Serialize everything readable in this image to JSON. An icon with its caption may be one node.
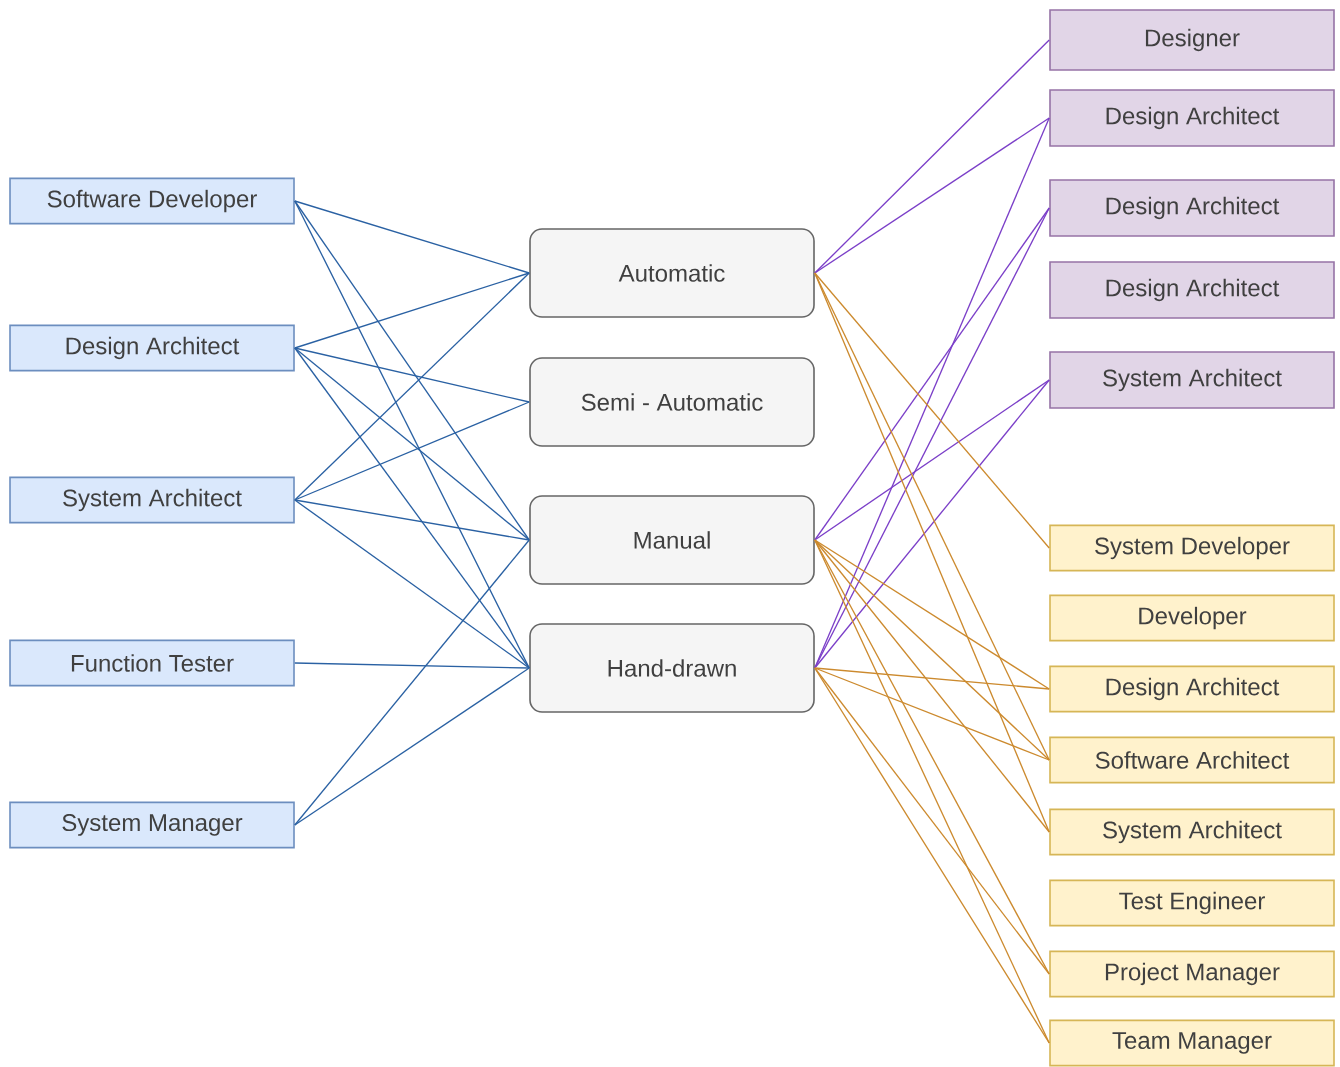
{
  "diagram": {
    "nodes": [
      {
        "text": [
          "Software Developer"
        ]
      },
      {
        "text": [
          "Design Architect"
        ]
      },
      {
        "text": [
          "System Architect"
        ]
      },
      {
        "text": [
          "Function Tester"
        ]
      },
      {
        "text": [
          "System Manager"
        ]
      },
      {
        "text": [
          "Automatic"
        ]
      },
      {
        "text": [
          "Semi - Automatic"
        ]
      },
      {
        "text": [
          "Manual"
        ]
      },
      {
        "text": [
          "Hand-drawn"
        ]
      },
      {
        "text": [
          "Designer"
        ]
      },
      {
        "text": [
          "Design Architect"
        ]
      },
      {
        "text": [
          "Design Architect"
        ]
      },
      {
        "text": [
          "Design Architect"
        ]
      },
      {
        "text": [
          "System Architect"
        ]
      },
      {
        "text": [
          "System Developer"
        ]
      },
      {
        "text": [
          "Developer"
        ]
      },
      {
        "text": [
          "Design Architect"
        ]
      },
      {
        "text": [
          "Software Architect"
        ]
      },
      {
        "text": [
          "System Architect"
        ]
      },
      {
        "text": [
          "Test Engineer"
        ]
      },
      {
        "text": [
          "Project Manager"
        ]
      },
      {
        "text": [
          "Team Manager"
        ]
      }
    ],
    "edges": [
      {
        "from": 0,
        "to": 5,
        "arrow": "none"
      },
      {
        "from": 0,
        "to": 7,
        "arrow": "none"
      },
      {
        "from": 0,
        "to": 8,
        "arrow": "none"
      },
      {
        "from": 1,
        "to": 5,
        "arrow": "none"
      },
      {
        "from": 1,
        "to": 6,
        "arrow": "none"
      },
      {
        "from": 1,
        "to": 7,
        "arrow": "none"
      },
      {
        "from": 1,
        "to": 8,
        "arrow": "none"
      },
      {
        "from": 2,
        "to": 5,
        "arrow": "none"
      },
      {
        "from": 2,
        "to": 6,
        "arrow": "none"
      },
      {
        "from": 2,
        "to": 7,
        "arrow": "none"
      },
      {
        "from": 2,
        "to": 8,
        "arrow": "none"
      },
      {
        "from": 3,
        "to": 8,
        "arrow": "none"
      },
      {
        "from": 4,
        "to": 7,
        "arrow": "none"
      },
      {
        "from": 4,
        "to": 8,
        "arrow": "none"
      },
      {
        "from": 5,
        "to": 9,
        "arrow": "none",
        "color": "#7b3fc8"
      },
      {
        "from": 5,
        "to": 10,
        "arrow": "none",
        "color": "#7b3fc8"
      },
      {
        "from": 7,
        "to": 11,
        "arrow": "none",
        "color": "#7b3fc8"
      },
      {
        "from": 7,
        "to": 13,
        "arrow": "none",
        "color": "#7b3fc8"
      },
      {
        "from": 8,
        "to": 10,
        "arrow": "none",
        "color": "#7b3fc8"
      },
      {
        "from": 8,
        "to": 11,
        "arrow": "none",
        "color": "#7b3fc8"
      },
      {
        "from": 8,
        "to": 13,
        "arrow": "none",
        "color": "#7b3fc8"
      },
      {
        "from": 5,
        "to": 14,
        "arrow": "none",
        "color": "#cc8a2e"
      },
      {
        "from": 5,
        "to": 17,
        "arrow": "none",
        "color": "#cc8a2e"
      },
      {
        "from": 5,
        "to": 18,
        "arrow": "none",
        "color": "#cc8a2e"
      },
      {
        "from": 7,
        "to": 16,
        "arrow": "none",
        "color": "#cc8a2e"
      },
      {
        "from": 7,
        "to": 17,
        "arrow": "none",
        "color": "#cc8a2e"
      },
      {
        "from": 7,
        "to": 18,
        "arrow": "none",
        "color": "#cc8a2e"
      },
      {
        "from": 7,
        "to": 20,
        "arrow": "none",
        "color": "#cc8a2e"
      },
      {
        "from": 7,
        "to": 21,
        "arrow": "none",
        "color": "#cc8a2e"
      },
      {
        "from": 8,
        "to": 16,
        "arrow": "none",
        "color": "#cc8a2e"
      },
      {
        "from": 8,
        "to": 17,
        "arrow": "none",
        "color": "#cc8a2e"
      },
      {
        "from": 8,
        "to": 20,
        "arrow": "none",
        "color": "#cc8a2e"
      },
      {
        "from": 8,
        "to": 21,
        "arrow": "none",
        "color": "#cc8a2e"
      }
    ]
  }
}
